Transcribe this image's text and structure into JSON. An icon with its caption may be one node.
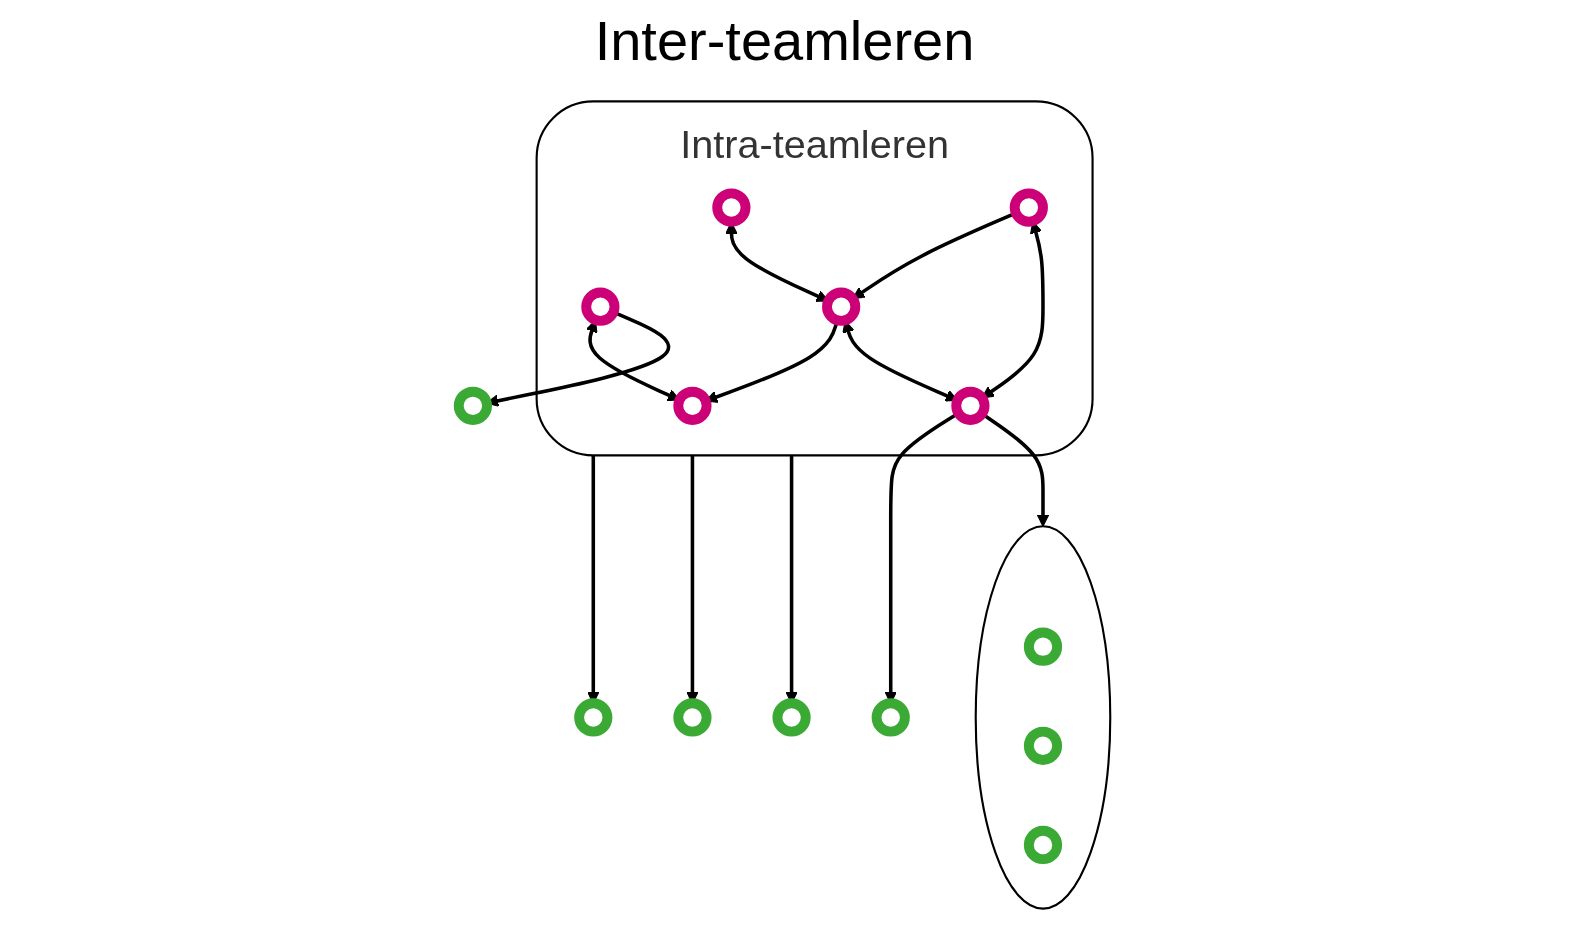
{
  "diagram": {
    "title": "Inter-teamleren",
    "nodes": [
      {
        "text": [
          "Intra-teamleren"
        ]
      },
      {
        "text": [],
        "shape": "circle",
        "in": 0
      },
      {
        "text": [],
        "shape": "circle",
        "in": 0
      },
      {
        "text": [],
        "shape": "circle",
        "in": 0
      },
      {
        "text": [],
        "shape": "circle",
        "in": 0
      },
      {
        "text": [],
        "shape": "circle",
        "in": 0
      },
      {
        "text": [],
        "shape": "circle",
        "in": 0
      },
      {
        "text": [],
        "shape": "circle"
      },
      {
        "text": [],
        "shape": "circle"
      },
      {
        "text": [],
        "shape": "circle"
      },
      {
        "text": [],
        "shape": "circle"
      },
      {
        "text": [],
        "shape": "circle"
      },
      {
        "text": [],
        "shape": "circle"
      },
      {
        "text": [],
        "shape": "circle",
        "in": 12
      },
      {
        "text": [],
        "shape": "circle",
        "in": 12
      },
      {
        "text": [],
        "shape": "circle",
        "in": 12
      }
    ],
    "edges": [
      {
        "from": 0,
        "to": 7,
        "arrow": "to"
      },
      {
        "from": 0,
        "to": 8,
        "arrow": "to"
      },
      {
        "from": 2,
        "to": 1,
        "arrow": "both"
      },
      {
        "from": 3,
        "to": 1,
        "arrow": "to"
      },
      {
        "from": 2,
        "to": 9,
        "arrow": "to"
      },
      {
        "from": 3,
        "to": 4,
        "arrow": "both"
      },
      {
        "from": 4,
        "to": 10,
        "arrow": "to"
      },
      {
        "from": 5,
        "to": 3,
        "arrow": "both"
      },
      {
        "from": 6,
        "to": 3,
        "arrow": "to"
      },
      {
        "from": 6,
        "to": 4,
        "arrow": "both"
      },
      {
        "from": 0,
        "to": 11,
        "arrow": "to"
      },
      {
        "from": 4,
        "to": 12,
        "arrow": "to"
      }
    ]
  }
}
